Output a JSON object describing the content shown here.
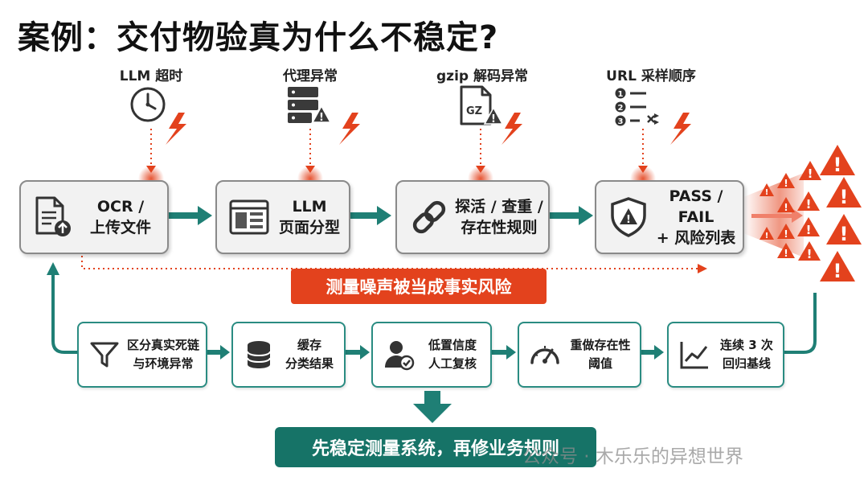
{
  "title": "案例：交付物验真为什么不稳定?",
  "sources": [
    {
      "label": "LLM 超时",
      "icon": "clock-icon"
    },
    {
      "label": "代理异常",
      "icon": "server-warning-icon"
    },
    {
      "label": "gzip 解码异常",
      "icon": "gz-file-warning-icon",
      "icon_text": "GZ"
    },
    {
      "label": "URL 采样顺序",
      "icon": "numbered-list-shuffle-icon",
      "icon_numbers": [
        "1",
        "2",
        "3"
      ]
    }
  ],
  "pipeline": [
    {
      "lines": [
        "OCR /",
        "上传文件"
      ],
      "icon": "document-upload-icon"
    },
    {
      "lines": [
        "LLM",
        "页面分型"
      ],
      "icon": "browser-window-icon"
    },
    {
      "lines": [
        "探活 / 查重 /",
        "存在性规则"
      ],
      "icon": "link-icon"
    },
    {
      "lines": [
        "PASS / FAIL",
        "+ 风险列表"
      ],
      "icon": "shield-warning-icon"
    }
  ],
  "noise_banner": "测量噪声被当成事实风险",
  "fixes": [
    {
      "lines": [
        "区分真实死链",
        "与环境异常"
      ],
      "icon": "filter-icon"
    },
    {
      "lines": [
        "缓存",
        "分类结果"
      ],
      "icon": "database-icon"
    },
    {
      "lines": [
        "低置信度",
        "人工复核"
      ],
      "icon": "user-check-icon"
    },
    {
      "lines": [
        "重做存在性",
        "阈值"
      ],
      "icon": "gauge-icon"
    },
    {
      "lines": [
        "连续 3 次",
        "回归基线"
      ],
      "icon": "trend-chart-icon"
    }
  ],
  "bottom_banner": "先稳定测量系统，再修业务规则",
  "watermark": "公众号 · 木乐乐的异想世界",
  "colors": {
    "teal": "#1f7f75",
    "teal_dark": "#167367",
    "red": "#e3421d",
    "box_fill": "#f2f2f2",
    "box_border": "#8a8a8a"
  }
}
